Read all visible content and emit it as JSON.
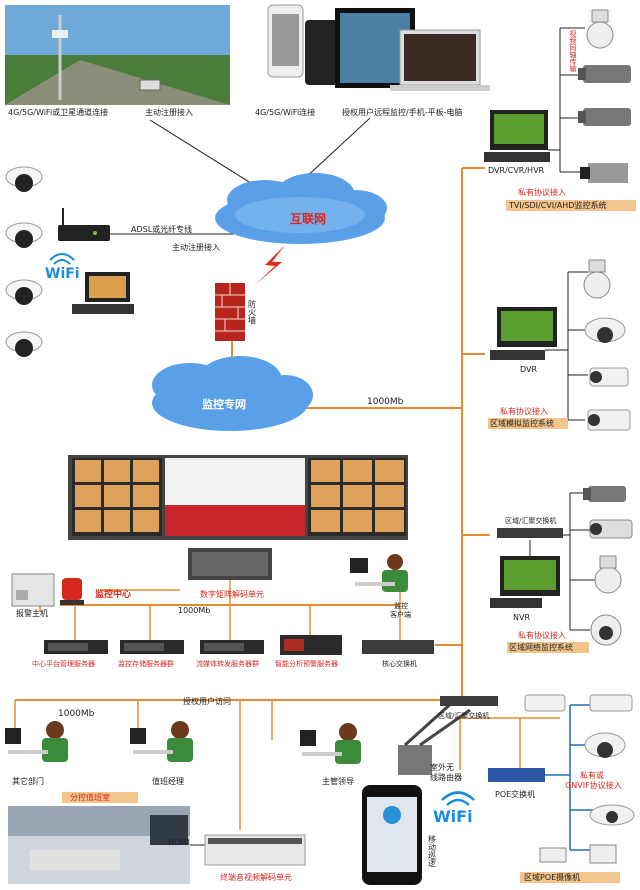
{
  "colors": {
    "line_orange": "#e88b2e",
    "line_black": "#222222",
    "cloud_blue": "#5aa0e8",
    "text_red": "#d8261e",
    "text_blue": "#1d6fb8",
    "wifi_blue": "#1a8be0",
    "band_orange": "#f3c58b"
  },
  "top": {
    "left_caption": "4G/5G/WiFi或卫星通道连接",
    "left_caption2": "主动注册接入",
    "right_caption": "4G/5G/WiFi连接",
    "right_caption2": "授权用户远程监控/手机-平板-电脑"
  },
  "internet": {
    "label": "互联网"
  },
  "adsl": {
    "line1": "ADSL或光纤专线",
    "line2": "主动注册接入",
    "wifi": "WiFi"
  },
  "firewall": {
    "label": "防火墙"
  },
  "private_net": {
    "label": "监控专网",
    "speed": "1000Mb"
  },
  "right_systems": [
    {
      "vertical": "视频同轴传输",
      "device": "DVR/CVR/HVR",
      "caption1": "私有协议接入",
      "caption2": "TVI/SDI/CVI/AHD监控系统"
    },
    {
      "device": "DVR",
      "caption1": "私有协议接入",
      "caption2": "区域模拟监控系统"
    },
    {
      "switch": "区域/汇聚交换机",
      "device": "NVR",
      "caption1": "私有协议接入",
      "caption2": "区域网络监控系统"
    }
  ],
  "control_center": {
    "label": "监控中心",
    "alarm": "报警主机",
    "matrix": "数字矩阵解码单元",
    "client": "监控客户端",
    "speed": "1000Mb",
    "servers": [
      "中心平台管理服务器",
      "监控存储服务器群",
      "流媒体转发服务器群",
      "智能分析预警服务器"
    ],
    "core_switch": "核心交换机"
  },
  "bottom": {
    "auth": "授权用户访问",
    "speed": "1000Mb",
    "dept": "其它部门",
    "manager": "值班经理",
    "leader": "主管领导",
    "duty_room": "分控值班室",
    "hdmi": "HDMI",
    "decoder": "终端音视频解码单元",
    "router": "室外无线路由器",
    "mobile_label": "移动巡逻",
    "wifi": "WiFi",
    "area_switch": "区域/汇聚交换机",
    "poe_switch": "POE交换机",
    "onvif1": "私有或",
    "onvif2": "ONVIF协议接入",
    "poe_cams": "区域POE摄像机"
  }
}
